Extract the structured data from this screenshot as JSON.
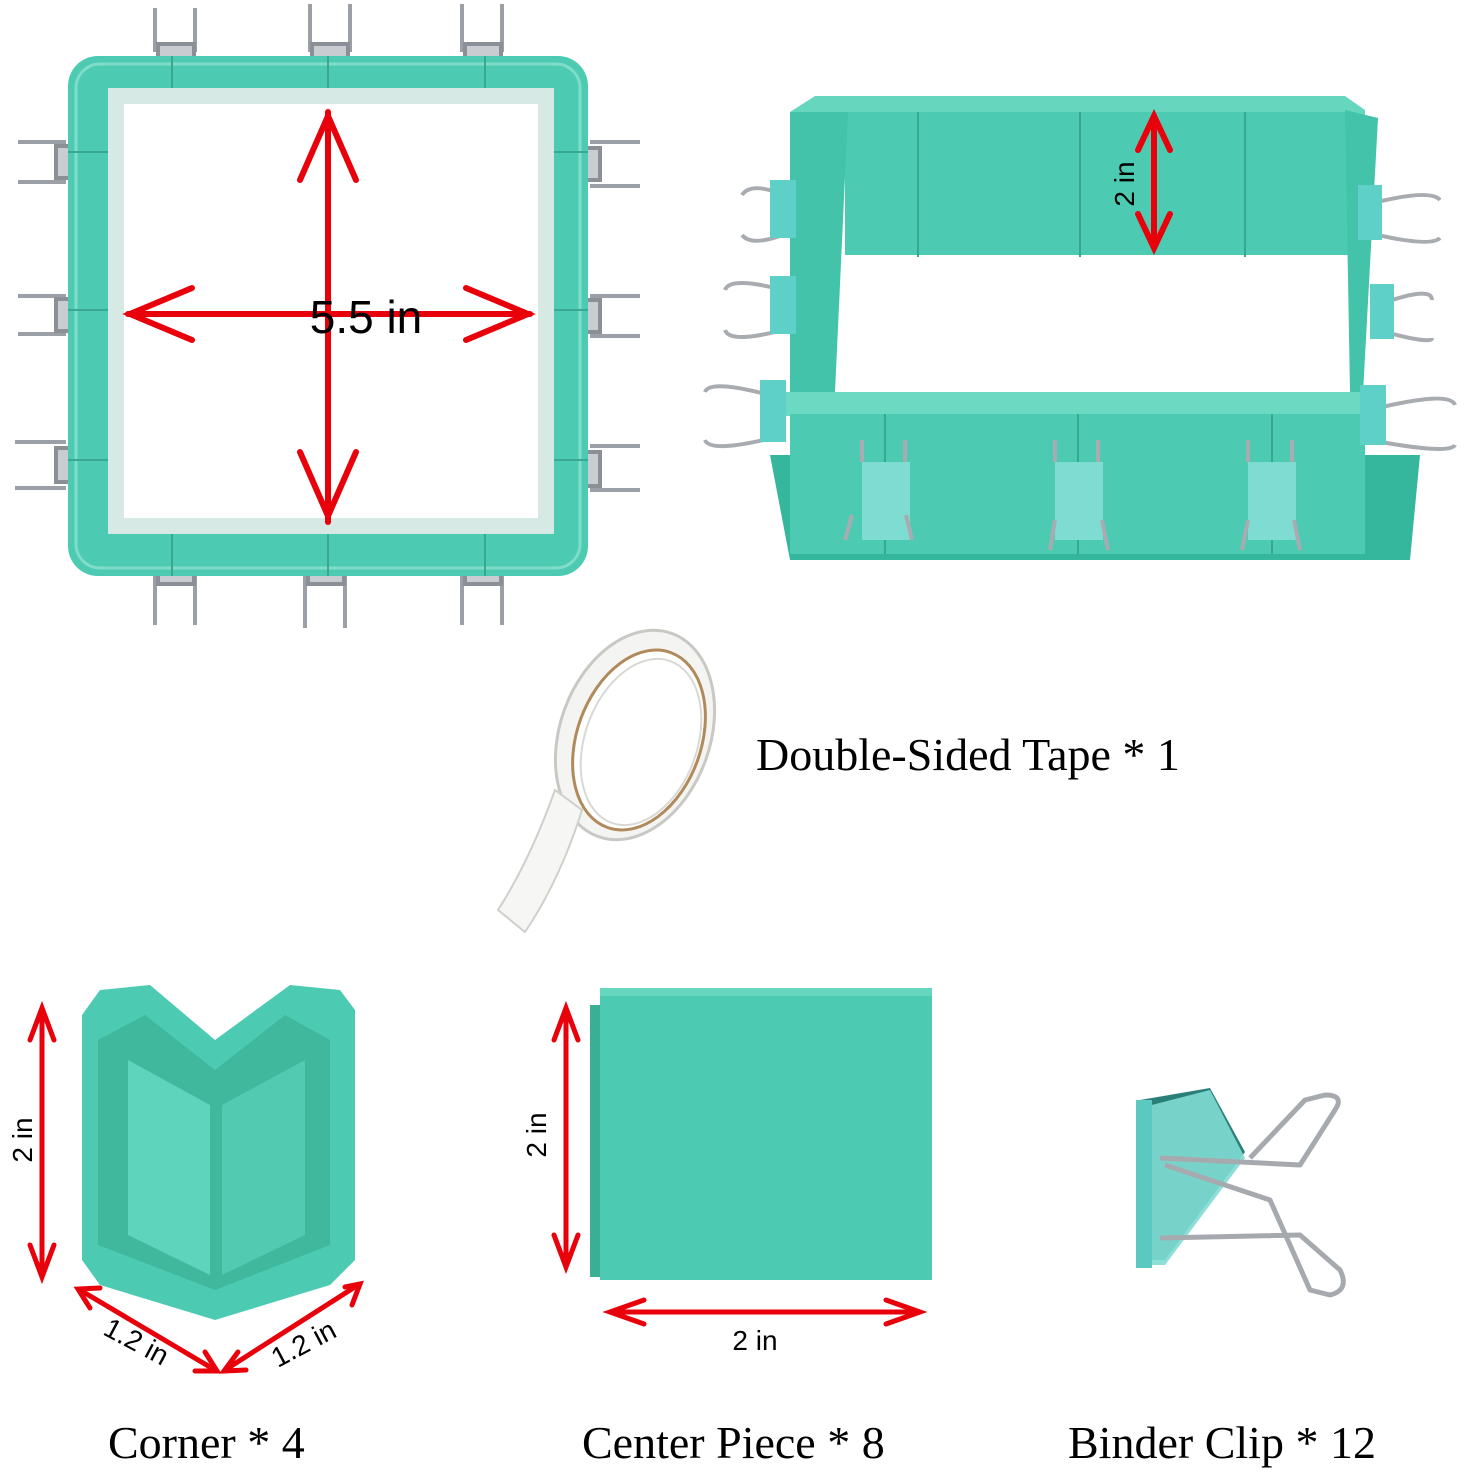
{
  "colors": {
    "mold_teal": "#4ccbb2",
    "mold_teal_dark": "#35b79d",
    "mold_teal_light": "#7fdcc9",
    "arrow_red": "#e8000b",
    "metal": "#b8bcc0",
    "tape_white": "#f4f4f2"
  },
  "dimensions": {
    "assembled_width": "5.5 in",
    "assembled_height": "2 in",
    "corner_height": "2 in",
    "corner_side_a": "1.2 in",
    "corner_side_b": "1.2 in",
    "center_height": "2 in",
    "center_width": "2 in"
  },
  "captions": {
    "tape": "Double-Sided Tape * 1",
    "corner": "Corner * 4",
    "center": "Center Piece * 8",
    "clip": "Binder Clip * 12"
  },
  "icons": {
    "mold_top": "square-silicone-mold-top-view",
    "mold_angle": "square-silicone-mold-angled-view",
    "tape": "double-sided-tape-roll",
    "corner": "mold-corner-piece",
    "center": "mold-center-piece",
    "clip": "binder-clip"
  }
}
